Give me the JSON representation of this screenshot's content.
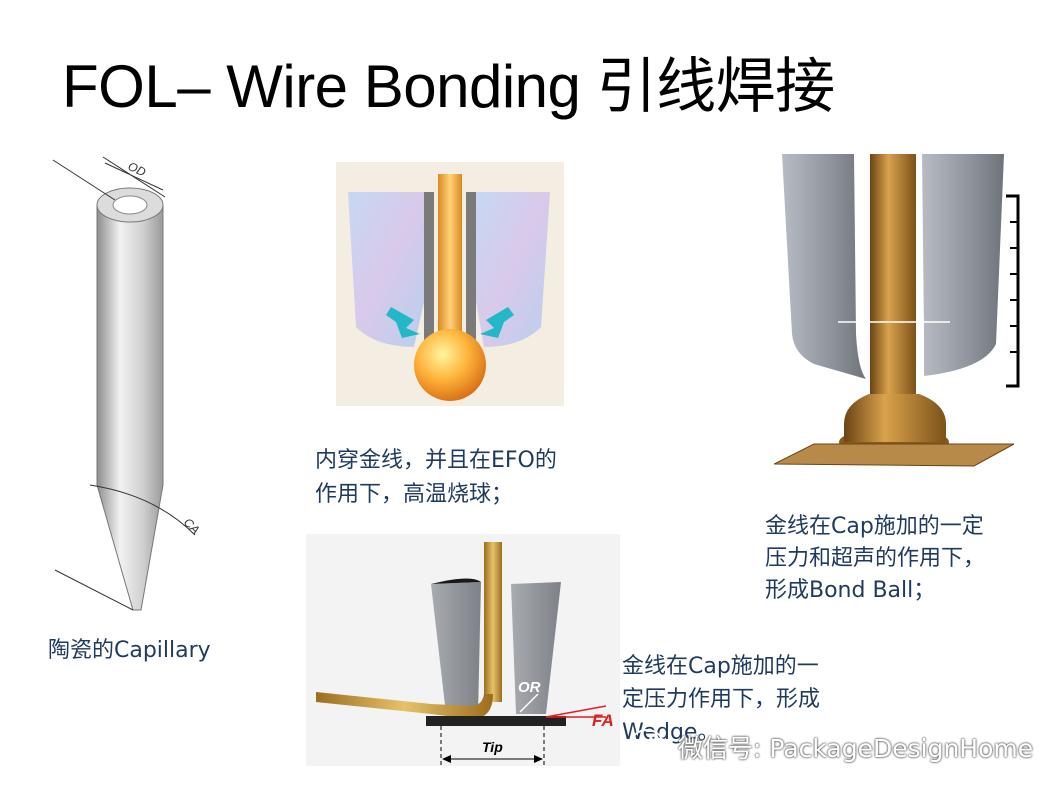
{
  "slide": {
    "title": "FOL– Wire Bonding 引线焊接",
    "captions": {
      "capillary": "陶瓷的Capillary",
      "efo_line1": "内穿金线，并且在EFO的",
      "efo_line2": "作用下，高温烧球；",
      "ball_line1": "金线在Cap施加的一定",
      "ball_line2": "压力和超声的作用下，",
      "ball_line3": "形成Bond Ball；",
      "wedge_line1": "金线在Cap施加的一",
      "wedge_line2": "定压力作用下，形成",
      "wedge_line3": "Wedge。"
    },
    "labels": {
      "od": "OD",
      "ca": "CA",
      "or": "OR",
      "fa": "FA",
      "tip": "Tip"
    },
    "watermark": "微信号: PackageDesignHome",
    "colors": {
      "caption": "#1f3a5f",
      "gold": "#d9a43a",
      "gray": "#9a9ea6",
      "arrow_cyan": "#22b8c8",
      "red": "#e02020"
    }
  }
}
